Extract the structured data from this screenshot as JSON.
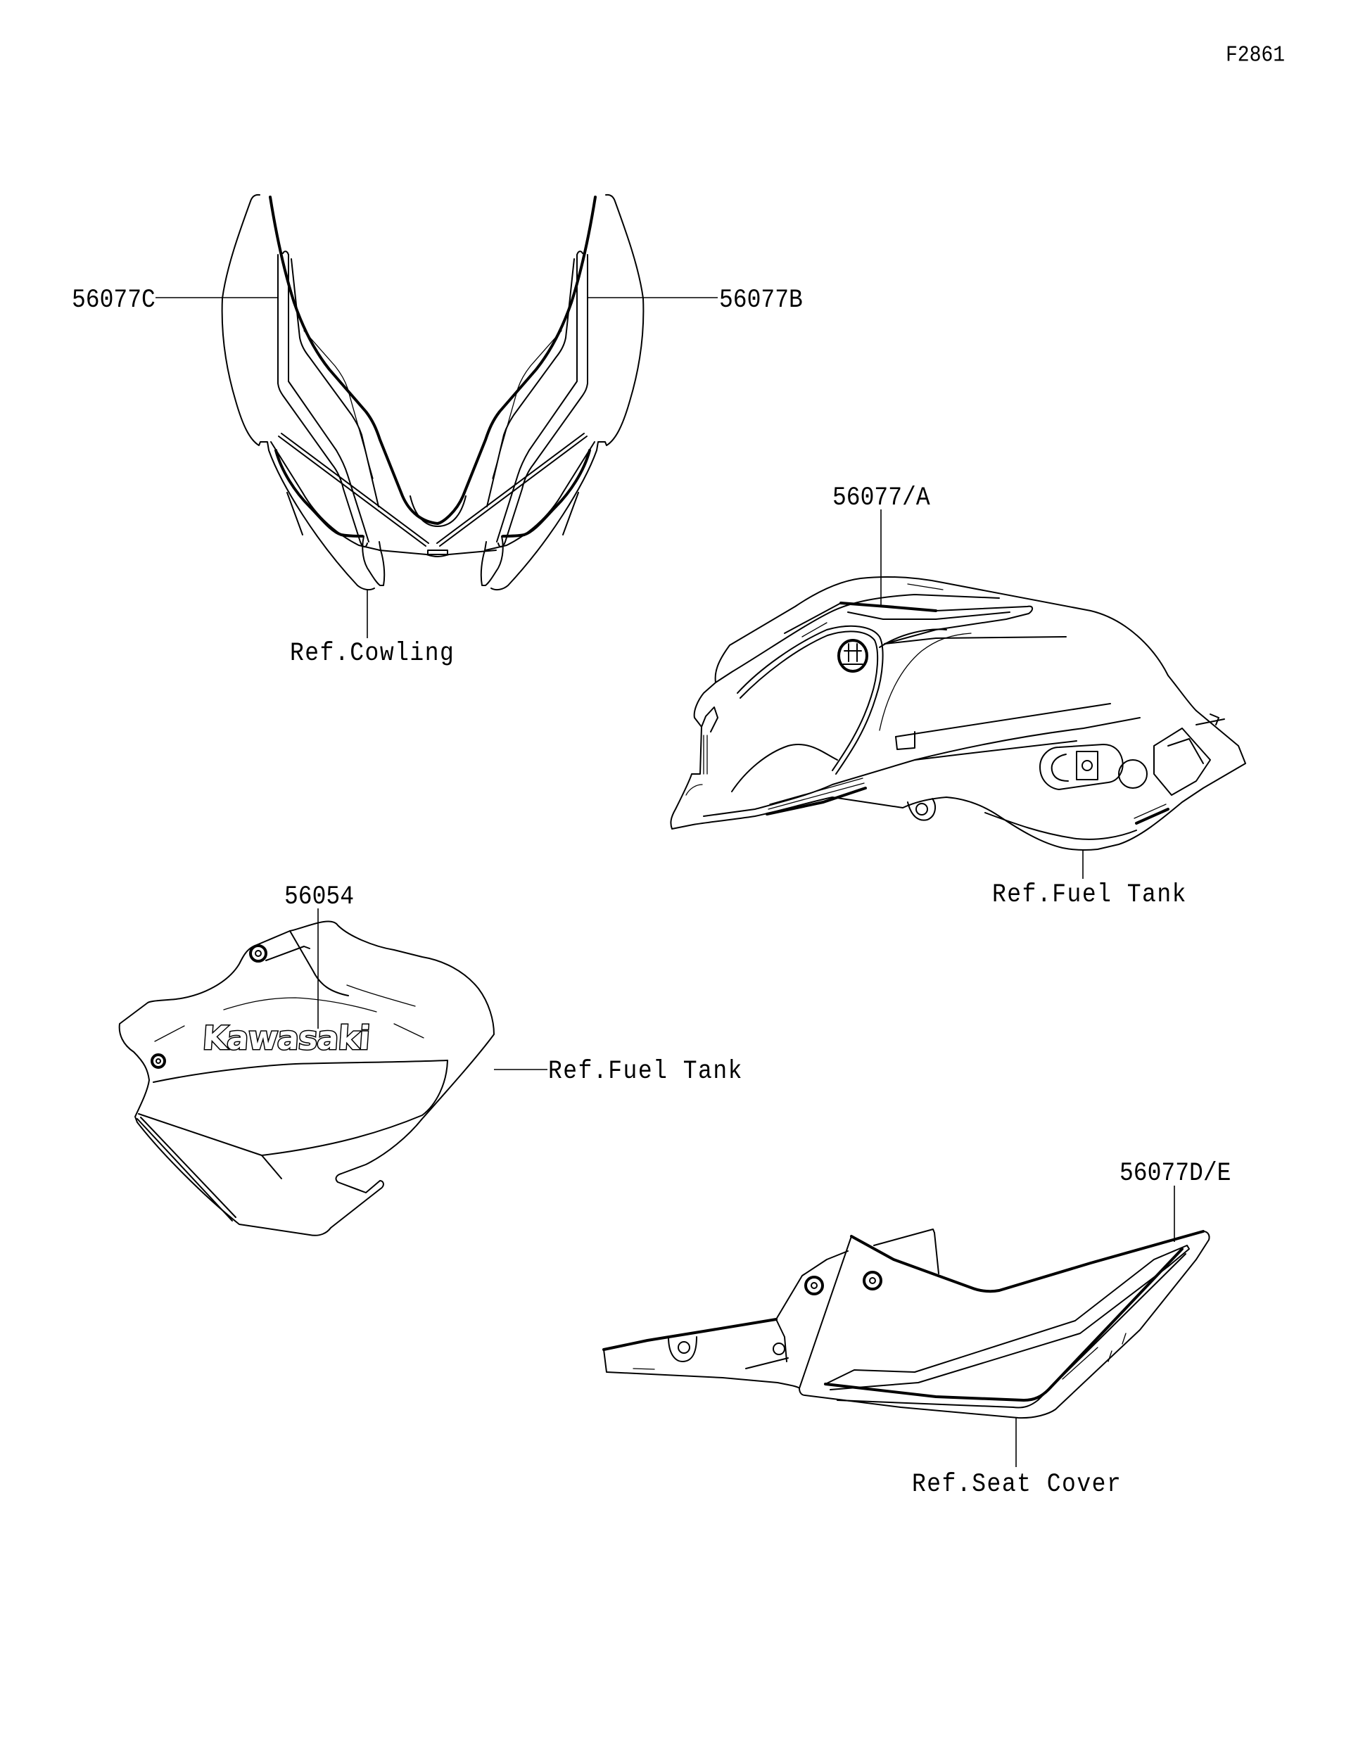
{
  "page": {
    "figure_code": "F2861",
    "background": "#ffffff",
    "line_color": "#000000"
  },
  "parts": [
    {
      "id": "cowling",
      "callouts": [
        {
          "part_number": "56077C",
          "side": "left"
        },
        {
          "part_number": "56077B",
          "side": "right"
        }
      ],
      "reference": "Ref.Cowling"
    },
    {
      "id": "fuel-tank",
      "callouts": [
        {
          "part_number": "56077/A"
        }
      ],
      "reference": "Ref.Fuel Tank"
    },
    {
      "id": "tank-shroud",
      "callouts": [
        {
          "part_number": "56054"
        }
      ],
      "logo_text": "Kawasaki",
      "reference": "Ref.Fuel Tank"
    },
    {
      "id": "seat-cover",
      "callouts": [
        {
          "part_number": "56077D/E"
        }
      ],
      "reference": "Ref.Seat Cover"
    }
  ]
}
